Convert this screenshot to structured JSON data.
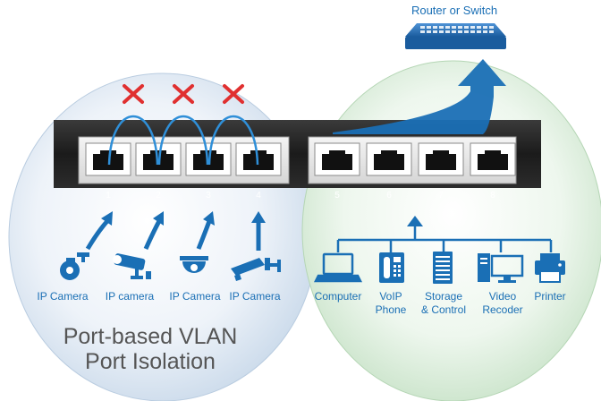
{
  "router": {
    "label": "Router or Switch"
  },
  "switch": {
    "port_numbers": [
      "1",
      "2",
      "3",
      "4",
      "5",
      "6",
      "7",
      "8"
    ]
  },
  "left_devices": [
    {
      "icon": "ip-camera-dome-icon",
      "label": "IP Camera"
    },
    {
      "icon": "ip-camera-bullet-icon",
      "label": "IP camera"
    },
    {
      "icon": "ip-camera-ceiling-icon",
      "label": "IP Camera"
    },
    {
      "icon": "ip-camera-box-icon",
      "label": "IP Camera"
    }
  ],
  "right_devices": [
    {
      "icon": "computer-icon",
      "lines": [
        "Computer"
      ]
    },
    {
      "icon": "voip-phone-icon",
      "lines": [
        "VoIP",
        "Phone"
      ]
    },
    {
      "icon": "storage-icon",
      "lines": [
        "Storage",
        "& Control"
      ]
    },
    {
      "icon": "video-recorder-icon",
      "lines": [
        "Video",
        "Recoder"
      ]
    },
    {
      "icon": "printer-icon",
      "lines": [
        "Printer"
      ]
    }
  ],
  "caption": {
    "line1": "Port-based VLAN",
    "line2": "Port Isolation"
  },
  "colors": {
    "blue": "#1a6fb5",
    "red": "#e03030",
    "switch_body": "#1e1e1e",
    "left_bubble": "#d7e4f2",
    "right_bubble": "#d8ecd8"
  }
}
